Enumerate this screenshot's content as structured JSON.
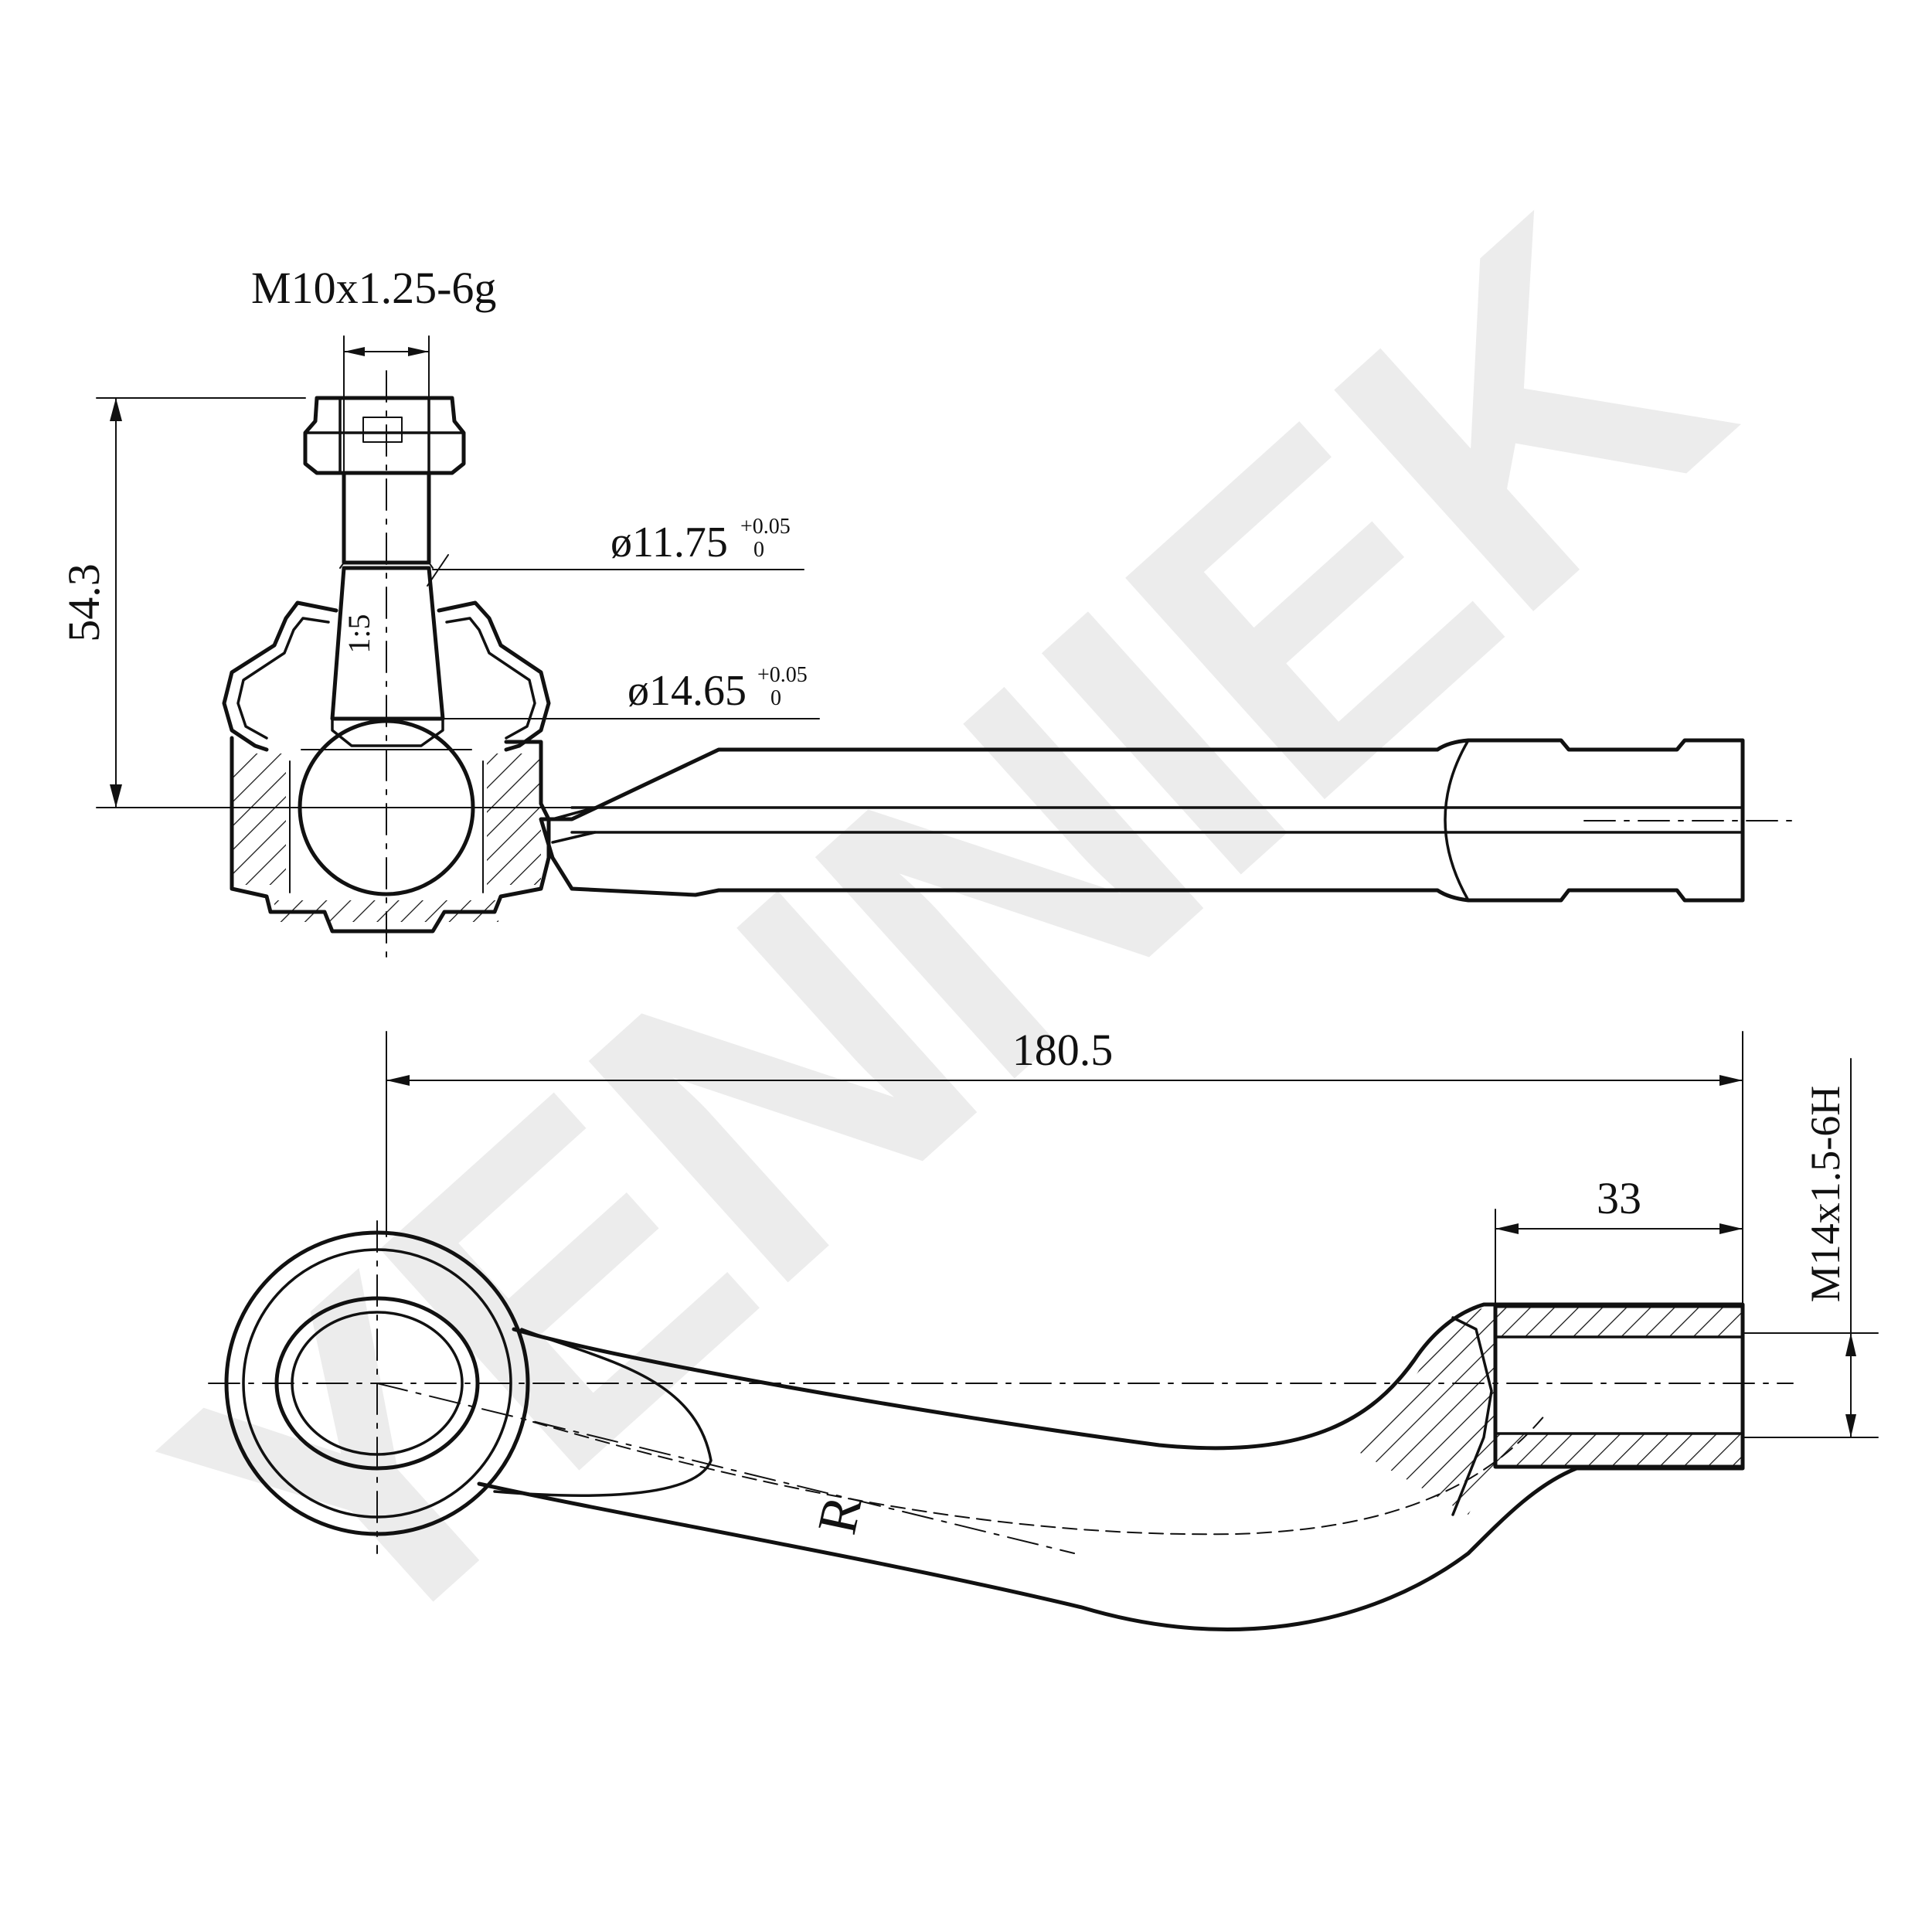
{
  "watermark": {
    "text": "YENNIEK",
    "color": "#ececec"
  },
  "dimensions": {
    "thread_top": "M10x1.25-6g",
    "height": "54.3",
    "dia_small": "ø11.75",
    "dia_small_tol_upper": "+0.05",
    "dia_small_tol_lower": "0",
    "dia_large": "ø14.65",
    "dia_large_tol_upper": "+0.05",
    "dia_large_tol_lower": "0",
    "taper": "1:5",
    "length": "180.5",
    "thread_depth": "33",
    "thread_side": "M14x1.5-6H",
    "side_mark": "R"
  }
}
